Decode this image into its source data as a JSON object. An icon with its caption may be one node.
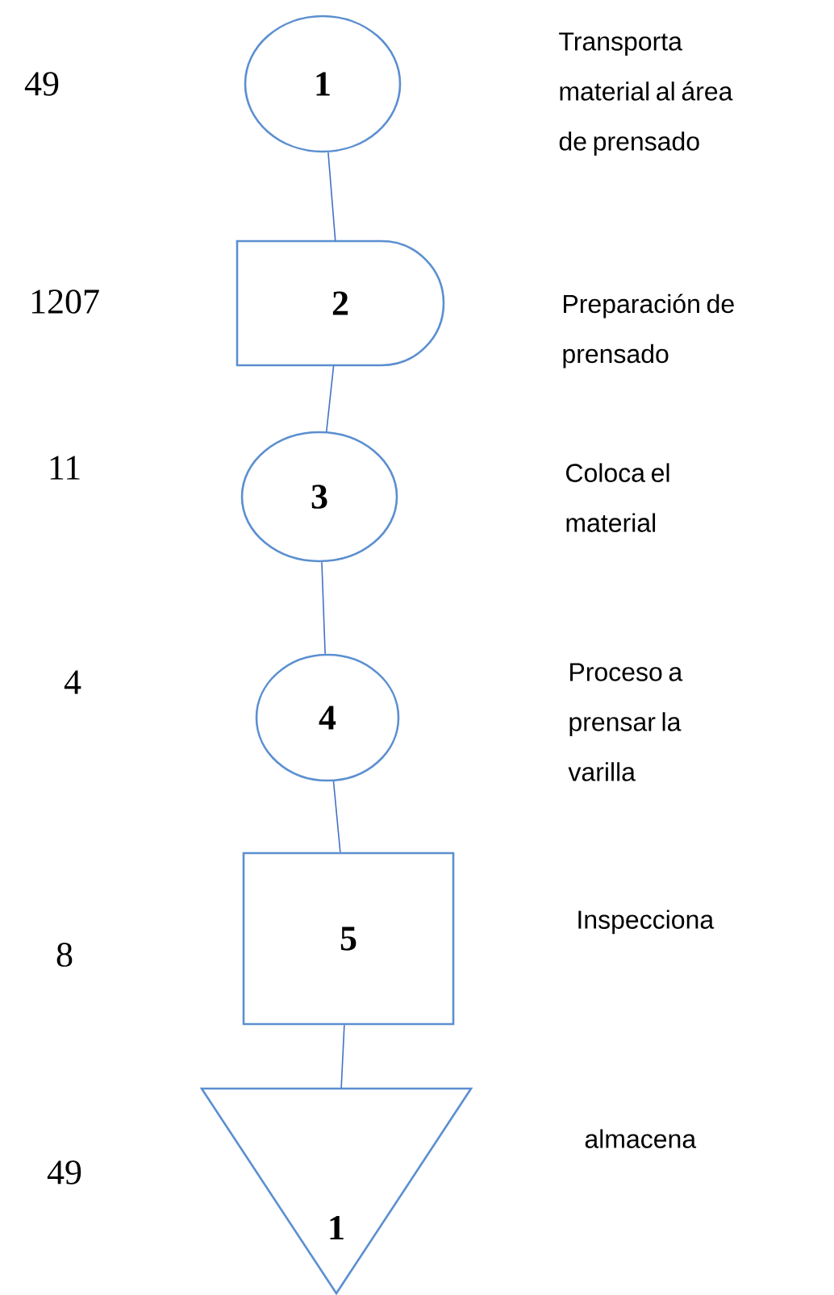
{
  "diagram": {
    "nodes": [
      {
        "text": [
          "1"
        ]
      },
      {
        "text": [
          "2"
        ]
      },
      {
        "text": [
          "3"
        ]
      },
      {
        "text": [
          "4"
        ]
      },
      {
        "text": [
          "5"
        ]
      },
      {
        "text": [
          "1"
        ]
      }
    ],
    "edges": [
      {
        "from": 0,
        "to": 1,
        "arrow": "none"
      },
      {
        "from": 1,
        "to": 2,
        "arrow": "none"
      },
      {
        "from": 2,
        "to": 3,
        "arrow": "none"
      },
      {
        "from": 3,
        "to": 4,
        "arrow": "none"
      },
      {
        "from": 4,
        "to": 5,
        "arrow": "none"
      }
    ],
    "labels": [
      "49",
      "Transporta material al área de prensado",
      "1207",
      "Preparación de prensado",
      "11",
      "Coloca el material",
      "4",
      "Proceso a prensar la varilla",
      "8",
      "Inspecciona",
      "49",
      "almacena"
    ]
  }
}
